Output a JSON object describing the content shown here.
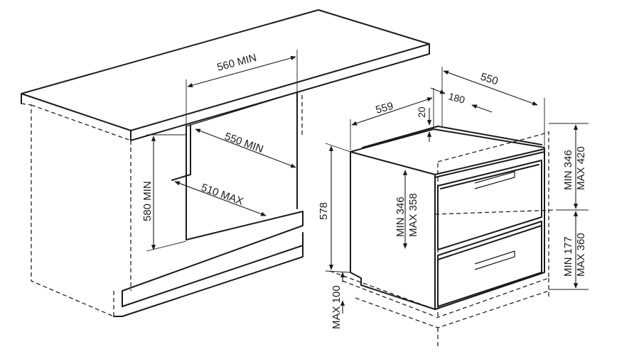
{
  "dimensions": {
    "cabinet_width_min": "560 MIN",
    "cabinet_depth_min": "550 MIN",
    "cabinet_inner_max": "510 MAX",
    "cabinet_height_min": "580 MIN",
    "appliance_height": "578",
    "appliance_width": "559",
    "appliance_depth": "550",
    "top_offset": "20",
    "top_depth": "180",
    "upper_drawer_min": "MIN 346",
    "upper_drawer_max": "MAX 358",
    "upper_opening_min": "MIN 346",
    "upper_opening_max": "MAX 420",
    "lower_opening_min": "MIN 177",
    "lower_opening_max": "MAX 360",
    "plinth_max": "MAX 100"
  }
}
